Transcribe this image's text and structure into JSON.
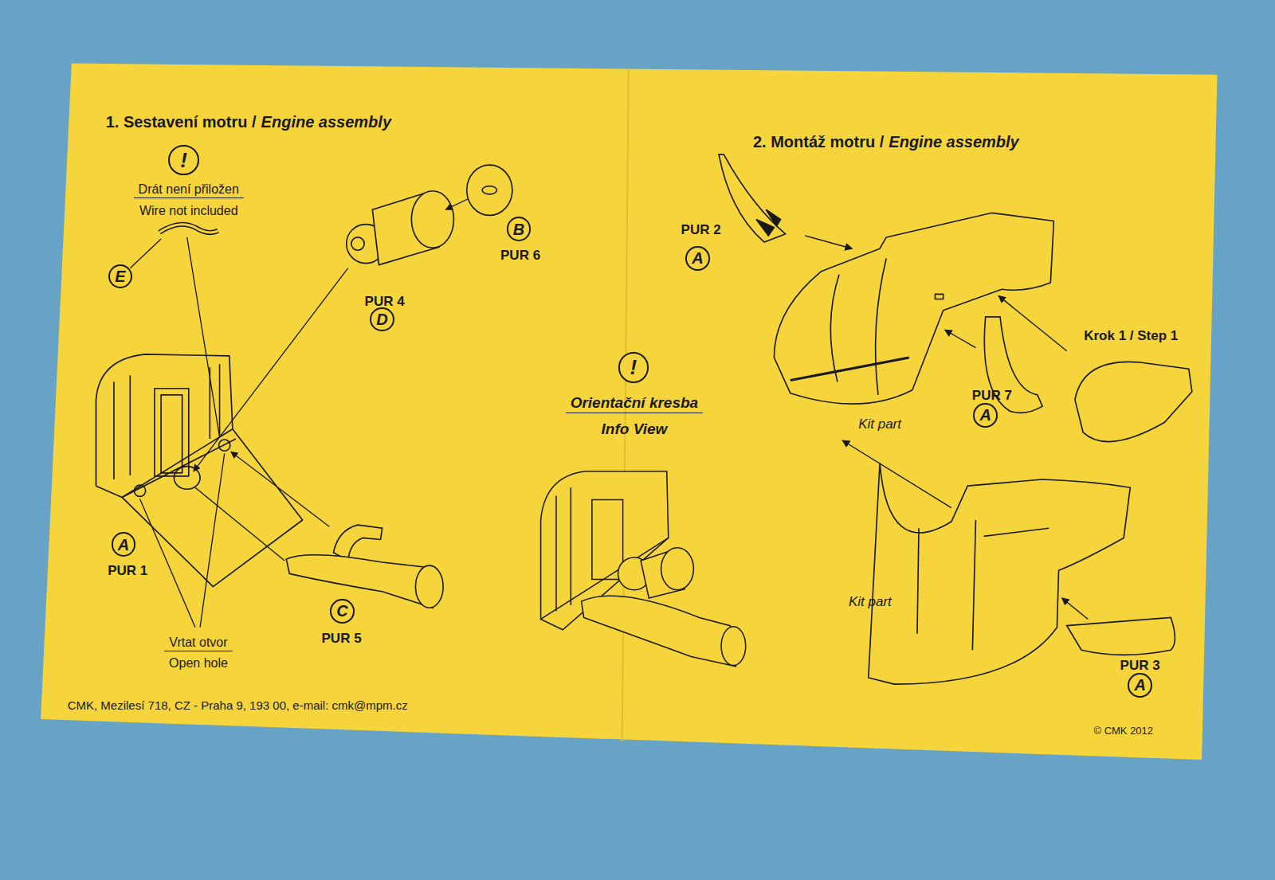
{
  "diagram": {
    "nodes": [
      {
        "text": [
          "!"
        ]
      },
      {
        "text": [
          "E"
        ]
      },
      {
        "text": [
          "B"
        ]
      },
      {
        "text": [
          "D"
        ]
      },
      {
        "text": [
          "A"
        ]
      },
      {
        "text": [
          "C"
        ]
      },
      {
        "text": [
          "!"
        ]
      },
      {
        "text": [
          "A"
        ]
      },
      {
        "text": [
          "A"
        ]
      },
      {
        "text": [
          "A"
        ]
      }
    ],
    "labels": [
      "1. Sestavení motru /",
      "Engine assembly",
      "Drát není přiložen",
      "Wire not included",
      "PUR 6",
      "PUR 4",
      "PUR 1",
      "PUR 5",
      "Vrtat otvor",
      "Open hole",
      "CMK, Mezilesí 718, CZ - Praha 9, 193 00, e-mail: cmk@mpm.cz",
      "Orientační kresba",
      "Info View",
      "2. Montáž motru /",
      "Engine assembly",
      "PUR 2",
      "Krok 1 / Step 1",
      "PUR 7",
      "Kit part",
      "Kit part",
      "PUR 3",
      "© CMK 2012"
    ]
  }
}
